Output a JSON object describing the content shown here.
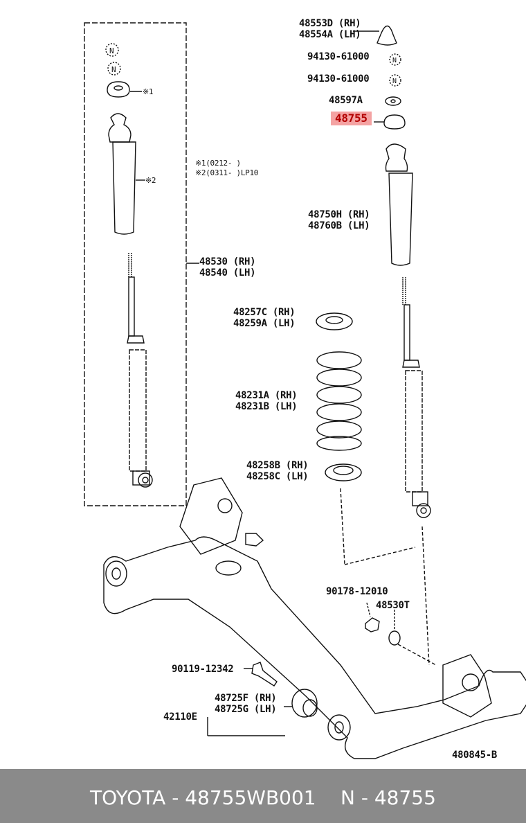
{
  "labels": {
    "cap_part": [
      "48553D (RH)",
      "48554A (LH)"
    ],
    "nut1": "94130-61000",
    "nut2": "94130-61000",
    "washer": "48597A",
    "highlight": "48755",
    "note1": "※1(0212-    )",
    "note2": "※2(0311-    )LP10",
    "mark1": "※1",
    "mark2": "※2",
    "absorber_right": [
      "48750H (RH)",
      "48760B (LH)"
    ],
    "absorber_left": [
      "48530 (RH)",
      "48540 (LH)"
    ],
    "insulator_upper": [
      "48257C (RH)",
      "48259A (LH)"
    ],
    "spring": [
      "48231A (RH)",
      "48231B (LH)"
    ],
    "insulator_lower": [
      "48258B (RH)",
      "48258C (LH)"
    ],
    "bolt_nut": "90178-12010",
    "washer_lower": "48530T",
    "bolt": "90119-12342",
    "bushing": [
      "48725F (RH)",
      "48725G (LH)"
    ],
    "beam": "42110E",
    "diagram_code": "480845-B",
    "nut_symbol": "N"
  },
  "footer": {
    "left": "TOYOTA - 48755WB001",
    "right": "N - 48755"
  },
  "colors": {
    "highlight_bg": "#f4a3a3",
    "highlight_text": "#b30000",
    "footer_bg": "#8a8a8a"
  }
}
